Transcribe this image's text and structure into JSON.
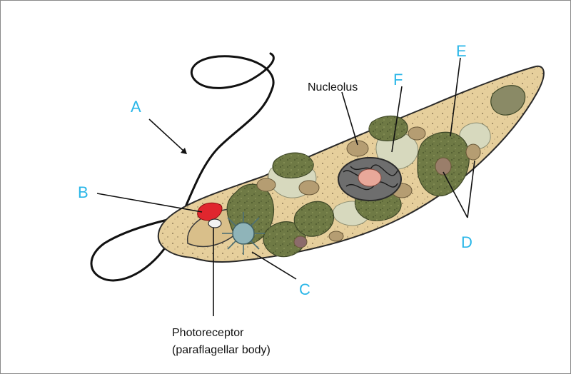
{
  "labels": {
    "a": "A",
    "b": "B",
    "c": "C",
    "d": "D",
    "e": "E",
    "f": "F",
    "nucleolus": "Nucleolus",
    "photoreceptor_line1": "Photoreceptor",
    "photoreceptor_line2": "(paraflagellar body)"
  },
  "colors": {
    "letter_label": "#29b6e8",
    "caption_text": "#111111",
    "cell_body": "#e6cf9c",
    "cell_outline": "#2a2a2a",
    "chloroplast": "#6f7a45",
    "paramylon": "#b59d72",
    "nucleus": "#6e6e6e",
    "nucleolus": "#e8a89a",
    "contractile_vacuole": "#8fb4b9",
    "eyespot": "#e0262e",
    "vacuole_pale": "#d7d9be"
  }
}
